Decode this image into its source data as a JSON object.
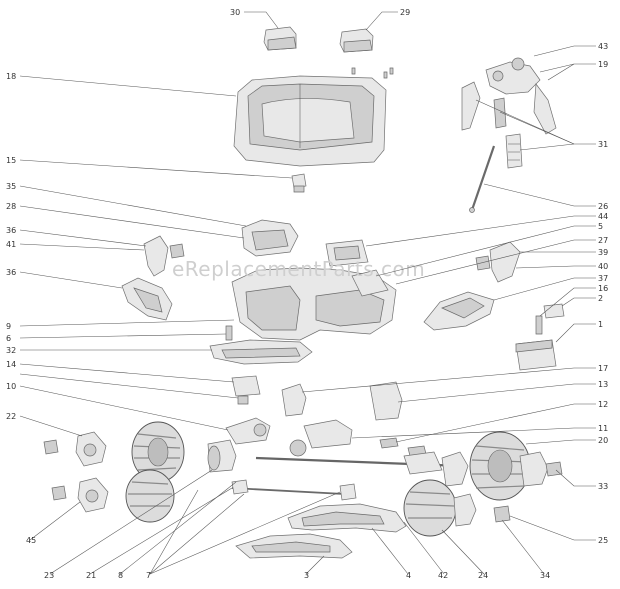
{
  "watermark": "eReplacementParts.com",
  "callouts": [
    "30",
    "29",
    "18",
    "43",
    "19",
    "31",
    "15",
    "35",
    "26",
    "28",
    "44",
    "5",
    "27",
    "36",
    "41",
    "39",
    "40",
    "36",
    "37",
    "16",
    "2",
    "9",
    "6",
    "32",
    "1",
    "14",
    "10",
    "17",
    "13",
    "12",
    "11",
    "22",
    "20",
    "33",
    "45",
    "25",
    "23",
    "21",
    "8",
    "7",
    "3",
    "4",
    "42",
    "24",
    "34"
  ]
}
